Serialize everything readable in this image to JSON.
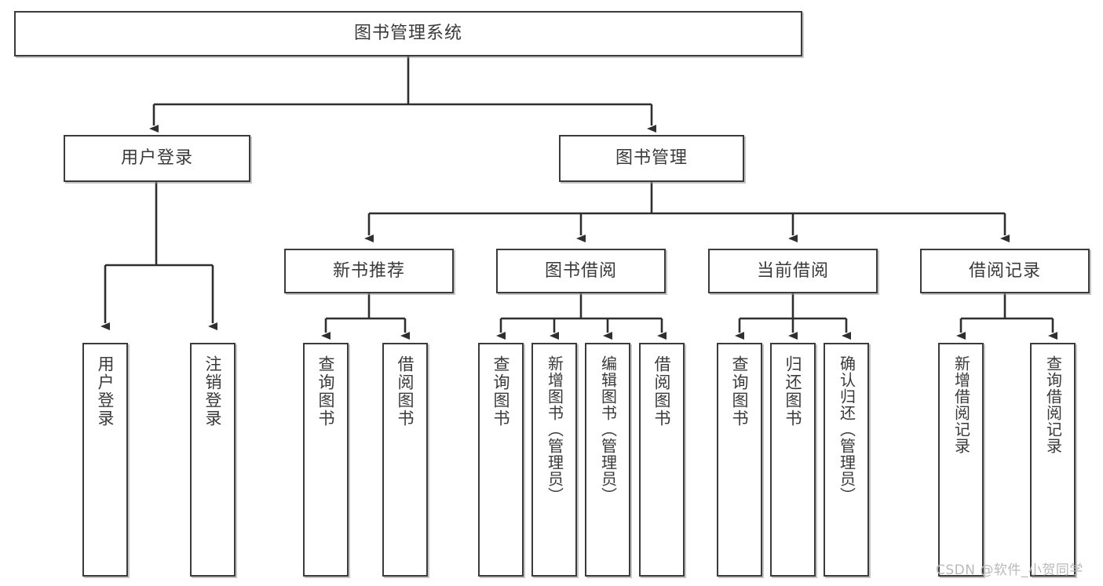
{
  "diagram": {
    "title": "图书管理系统",
    "type": "tree-hierarchy",
    "root": {
      "label": "图书管理系统"
    },
    "level2": [
      {
        "label": "用户登录"
      },
      {
        "label": "图书管理"
      }
    ],
    "level3": [
      {
        "label": "新书推荐"
      },
      {
        "label": "图书借阅"
      },
      {
        "label": "当前借阅"
      },
      {
        "label": "借阅记录"
      }
    ],
    "leaves": {
      "user_login": [
        {
          "label": "用户登录"
        },
        {
          "label": "注销登录"
        }
      ],
      "new_book_recommend": [
        {
          "label": "查询图书"
        },
        {
          "label": "借阅图书"
        }
      ],
      "book_borrow": [
        {
          "label": "查询图书"
        },
        {
          "label": "新增图书（管理员）"
        },
        {
          "label": "编辑图书（管理员）"
        },
        {
          "label": "借阅图书"
        }
      ],
      "current_borrow": [
        {
          "label": "查询图书"
        },
        {
          "label": "归还图书"
        },
        {
          "label": "确认归还（管理员）"
        }
      ],
      "borrow_record": [
        {
          "label": "新增借阅记录"
        },
        {
          "label": "查询借阅记录"
        }
      ]
    }
  },
  "watermark": {
    "text": "CSDN @软件_小贺同学"
  },
  "colors": {
    "background": "#ffffff",
    "box_fill": "#ffffff",
    "box_border": "#3b3b3b",
    "text": "#3a3a3a",
    "connector": "#2f2f2f",
    "watermark": "#b9b9b9"
  }
}
